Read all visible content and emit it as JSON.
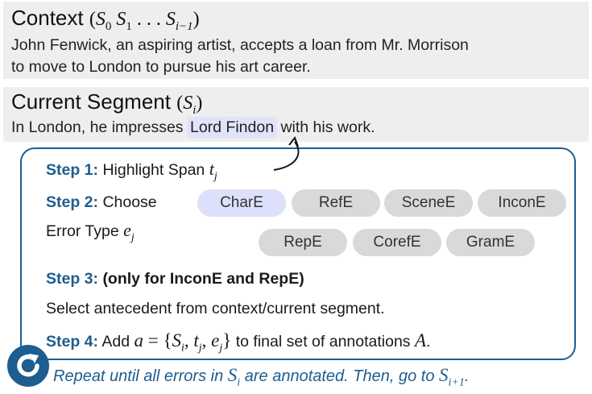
{
  "context": {
    "title": "Context",
    "math": {
      "open": "(",
      "s0": "S",
      "s0_sub": "0",
      "s1": "S",
      "s1_sub": "1",
      "dots": " . . . ",
      "si": "S",
      "si_sub": "i−1",
      "close": ")"
    },
    "line1": "John Fenwick, an aspiring artist, accepts a loan from Mr. Morrison",
    "line2": "to move to London to pursue his art career."
  },
  "segment": {
    "title": "Current Segment",
    "math": {
      "open": "(",
      "s": "S",
      "sub": "i",
      "close": ")"
    },
    "text_before": "In London, he impresses ",
    "highlight": "Lord Findon",
    "text_after": " with his work."
  },
  "steps": {
    "step1": {
      "label": "Step 1:",
      "text": "Highlight Span",
      "var": "t",
      "sub": "j"
    },
    "step2": {
      "label": "Step 2:",
      "text_line1": "Choose",
      "text_line2": "Error Type",
      "var": "e",
      "sub": "j"
    },
    "chips": [
      "CharE",
      "RefE",
      "SceneE",
      "InconE",
      "RepE",
      "CorefE",
      "GramE"
    ],
    "step3": {
      "label": "Step 3:",
      "bold_text": "(only for InconE and RepE)",
      "detail": "Select antecedent from context/current segment."
    },
    "step4": {
      "label": "Step 4:",
      "text_before": "Add",
      "math": {
        "a": "a",
        "eq": " = {",
        "s": "S",
        "s_sub": "i",
        "c1": ", ",
        "t": "t",
        "t_sub": "j",
        "c2": ", ",
        "e": "e",
        "e_sub": "j",
        "close": "}"
      },
      "text_after": " to final set of annotations",
      "set": "A",
      "period": "."
    }
  },
  "repeat": {
    "text1": "Repeat until all errors in",
    "s": "S",
    "s_sub": "i",
    "text2": "are annotated. Then, go to",
    "s2": "S",
    "s2_sub": "i+1",
    "period": "."
  },
  "colors": {
    "accent": "#1e5d8f",
    "panel": "#eeeeee",
    "highlight": "#e1e3fb",
    "chip": "#d9d9d9"
  },
  "icons": {
    "repeat": "repeat-icon",
    "arrow": "curved-arrow-icon"
  }
}
